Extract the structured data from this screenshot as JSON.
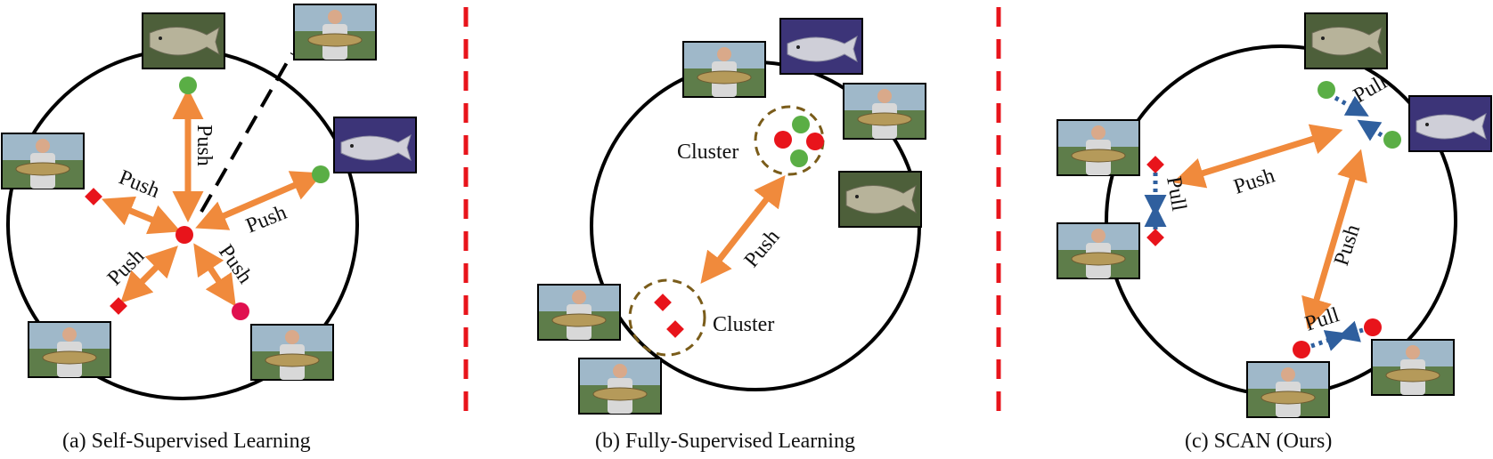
{
  "panels": [
    {
      "caption": "(a) Self-Supervised Learning",
      "push_labels": [
        "Push",
        "Push",
        "Push",
        "Push",
        "Push"
      ]
    },
    {
      "caption": "(b) Fully-Supervised Learning",
      "cluster_labels": [
        "Cluster",
        "Cluster"
      ],
      "push_label": "Push"
    },
    {
      "caption": "(c) SCAN (Ours)",
      "push_labels": [
        "Push",
        "Push"
      ],
      "pull_labels": [
        "Pull",
        "Pull",
        "Pull"
      ]
    }
  ],
  "colors": {
    "push_arrow": "#f08a3c",
    "pull_arrow": "#2f5f9e",
    "red_class": "#e8141b",
    "green_class": "#5aae45",
    "separator": "#e8141b",
    "cluster_ring": "#7a5c1a"
  },
  "icons": [
    "fish-photo-icon",
    "angler-photo-icon"
  ]
}
